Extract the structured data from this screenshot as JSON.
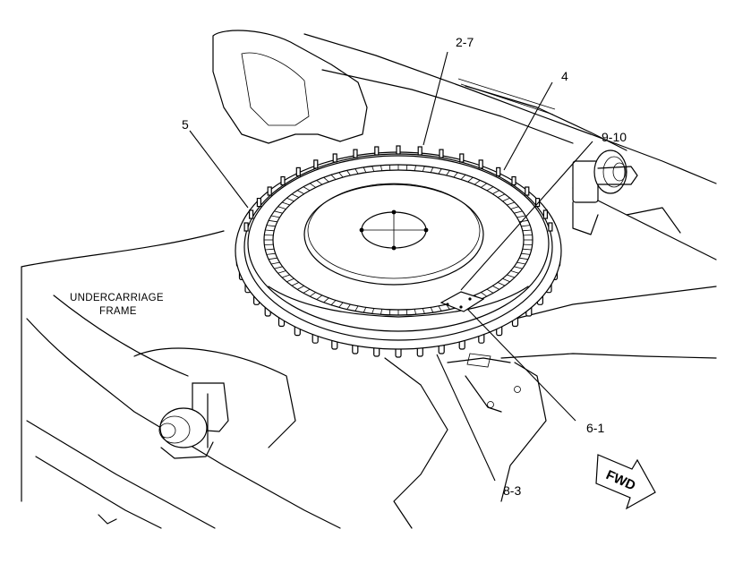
{
  "diagram": {
    "frame_label_line1": "UNDERCARRIAGE",
    "frame_label_line2": "FRAME",
    "direction_label": "FWD",
    "callouts": [
      {
        "id": "2-7",
        "label": "2-7"
      },
      {
        "id": "4",
        "label": "4"
      },
      {
        "id": "5",
        "label": "5"
      },
      {
        "id": "9-10",
        "label": "9-10"
      },
      {
        "id": "6-1",
        "label": "6-1"
      },
      {
        "id": "8-3",
        "label": "8-3"
      }
    ]
  }
}
